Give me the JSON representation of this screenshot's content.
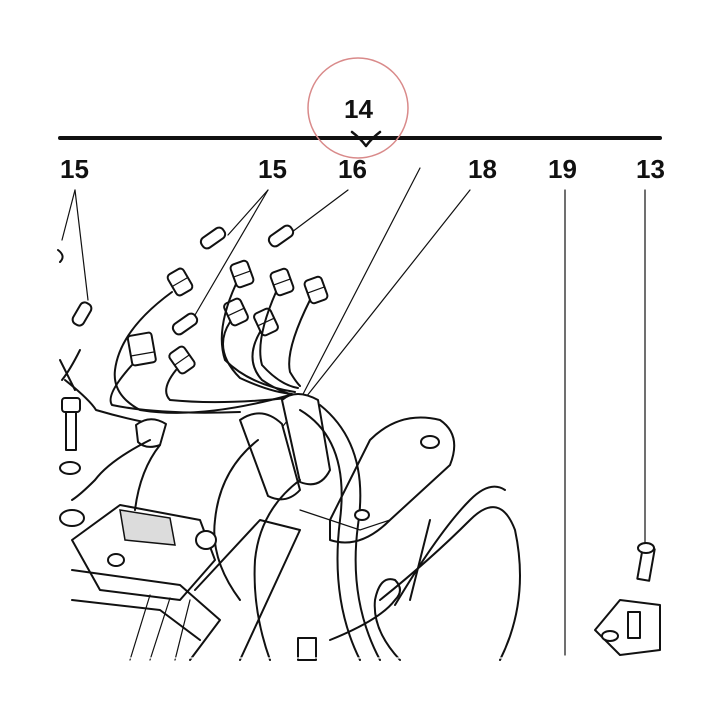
{
  "callouts": {
    "c14": "14",
    "c15a": "15",
    "c15b": "15",
    "c16": "16",
    "c18": "18",
    "c19": "19",
    "c13": "13"
  },
  "colors": {
    "ink": "#111111",
    "highlight_circle": "#d98a8a",
    "background": "#ffffff"
  }
}
